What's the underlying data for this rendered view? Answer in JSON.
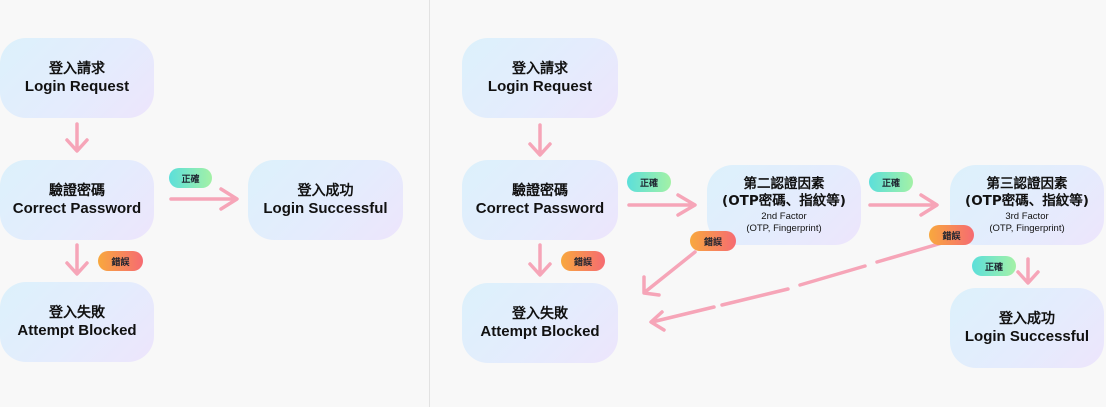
{
  "left": {
    "login_request": {
      "zh": "登入請求",
      "en": "Login Request"
    },
    "verify_password": {
      "zh": "驗證密碼",
      "en": "Correct Password"
    },
    "login_success": {
      "zh": "登入成功",
      "en": "Login Successful"
    },
    "attempt_blocked": {
      "zh": "登入失敗",
      "en": "Attempt Blocked"
    },
    "correct_label": "正確",
    "error_label": "錯誤"
  },
  "right": {
    "login_request": {
      "zh": "登入請求",
      "en": "Login Request"
    },
    "verify_password": {
      "zh": "驗證密碼",
      "en": "Correct Password"
    },
    "second_factor": {
      "zh": "第二認證因素",
      "en": "(OTP密碼、指紋等)",
      "sub1": "2nd Factor",
      "sub2": "(OTP, Fingerprint)"
    },
    "third_factor": {
      "zh": "第三認證因素",
      "en": "(OTP密碼、指紋等)",
      "sub1": "3rd Factor",
      "sub2": "(OTP, Fingerprint)"
    },
    "login_success": {
      "zh": "登入成功",
      "en": "Login Successful"
    },
    "attempt_blocked": {
      "zh": "登入失敗",
      "en": "Attempt Blocked"
    },
    "correct_label_1": "正確",
    "correct_label_2": "正確",
    "correct_label_3": "正確",
    "error_label_1": "錯誤",
    "error_label_2": "錯誤",
    "error_label_3": "錯誤"
  },
  "colors": {
    "arrow": "#f6a5b8",
    "node_gradient_start": "#dcf1fb",
    "node_gradient_end": "#ede5fc",
    "correct_pill_start": "#5cdfda",
    "correct_pill_end": "#a3f1a6",
    "error_pill_start": "#f8a83e",
    "error_pill_end": "#f66b72"
  }
}
